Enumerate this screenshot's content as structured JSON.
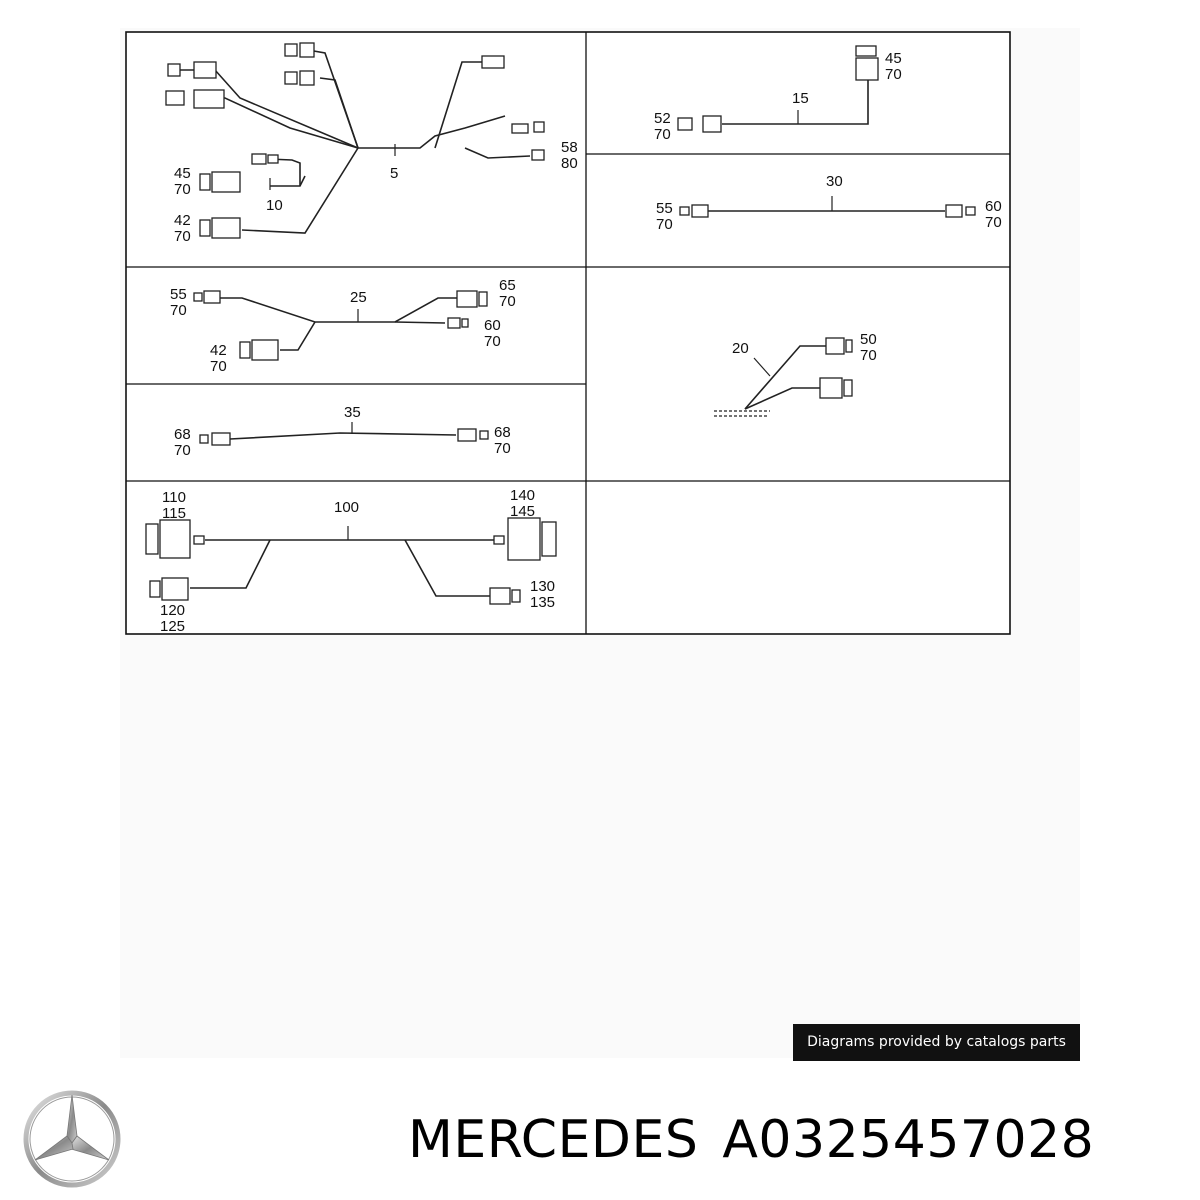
{
  "diagram": {
    "panels": [
      {
        "id": "harness-5",
        "labels": {
          "main": "5",
          "branch": "10",
          "c1_top": "45",
          "c1_bot": "70",
          "c2_top": "42",
          "c2_bot": "70",
          "c3_top": "58",
          "c3_bot": "80"
        }
      },
      {
        "id": "harness-15",
        "labels": {
          "main": "15",
          "c1_top": "52",
          "c1_bot": "70",
          "c2_top": "45",
          "c2_bot": "70"
        }
      },
      {
        "id": "harness-30",
        "labels": {
          "main": "30",
          "c1_top": "55",
          "c1_bot": "70",
          "c2_top": "60",
          "c2_bot": "70"
        }
      },
      {
        "id": "harness-25",
        "labels": {
          "main": "25",
          "c1_top": "55",
          "c1_bot": "70",
          "c2_top": "65",
          "c2_bot": "70",
          "c3_top": "60",
          "c3_bot": "70",
          "c4_top": "42",
          "c4_bot": "70"
        }
      },
      {
        "id": "harness-20",
        "labels": {
          "main": "20",
          "c1_top": "50",
          "c1_bot": "70"
        }
      },
      {
        "id": "harness-35",
        "labels": {
          "main": "35",
          "c1_top": "68",
          "c1_bot": "70",
          "c2_top": "68",
          "c2_bot": "70"
        }
      },
      {
        "id": "harness-100",
        "labels": {
          "main": "100",
          "c1_top": "110",
          "c1_bot": "115",
          "c2_top": "140",
          "c2_bot": "145",
          "c3_top": "120",
          "c3_bot": "125",
          "c4_top": "130",
          "c4_bot": "135"
        }
      }
    ]
  },
  "watermark": "Diagrams provided by catalogs parts",
  "logo": {
    "icon": "mercedes-star-icon"
  },
  "brand": "MERCEDES",
  "part_number": "A0325457028"
}
